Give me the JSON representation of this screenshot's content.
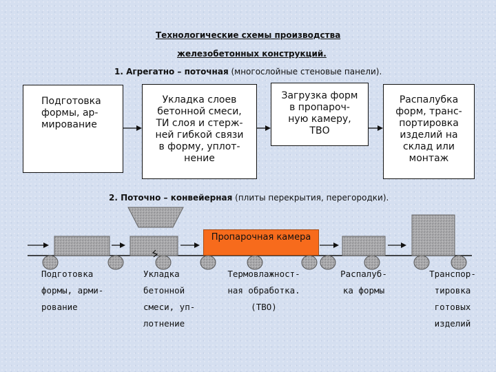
{
  "title": {
    "line1": "Технологические схемы производства",
    "line2": "железобетонных конструкций."
  },
  "scheme1": {
    "heading_bold": "1. Агрегатно – поточная",
    "heading_rest": " (многослойные стеновые панели).",
    "boxes": [
      [
        "Подготовка",
        "формы, ар-",
        "мирование"
      ],
      [
        "Укладка слоев",
        "бетонной смеси,",
        "ТИ слоя и стерж-",
        "ней гибкой связи",
        "в форму, уплот-",
        "нение"
      ],
      [
        "Загрузка форм",
        "в пропароч-",
        "ную камеру,",
        "ТВО"
      ],
      [
        "Распалубка",
        "форм, транс-",
        "портировка",
        "изделий на",
        "склад или",
        "монтаж"
      ]
    ]
  },
  "scheme2": {
    "heading_bold": "2. Поточно – конвейерная",
    "heading_rest": " (плиты перекрытия, перегородки).",
    "chamber_label": "Пропарочная камера",
    "chamber_color": "#f76b1c",
    "labels": [
      [
        "Подготовка",
        "формы, арми-",
        "рование"
      ],
      [
        "Укладка",
        "бетонной",
        "смеси, уп-",
        "лотнение"
      ],
      [
        "Термовлажност-",
        "ная обработка.",
        "(ТВО)"
      ],
      [
        "Распалуб-",
        "ка формы"
      ],
      [
        "Транспор-",
        "тировка",
        "готовых",
        "изделий"
      ]
    ]
  }
}
